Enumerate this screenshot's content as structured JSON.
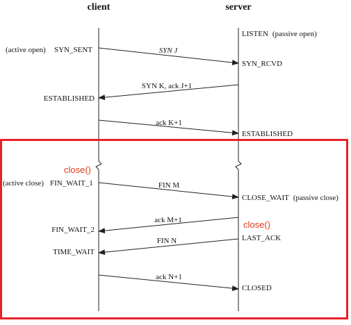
{
  "headers": {
    "client": "client",
    "server": "server"
  },
  "server_states": {
    "listen": "LISTEN",
    "passive_open": "(passive open)",
    "syn_rcvd": "SYN_RCVD",
    "established": "ESTABLISHED",
    "close_wait": "CLOSE_WAIT",
    "passive_close": "(passive close)",
    "last_ack": "LAST_ACK",
    "closed": "CLOSED",
    "close_call": "close()"
  },
  "client_states": {
    "active_open": "(active open)",
    "syn_sent": "SYN_SENT",
    "established": "ESTABLISHED",
    "active_close": "(active close)",
    "fin_wait_1": "FIN_WAIT_1",
    "fin_wait_2": "FIN_WAIT_2",
    "time_wait": "TIME_WAIT",
    "close_call": "close()"
  },
  "messages": {
    "syn_j": "SYN J",
    "syn_k_ack_j1": "SYN K, ack J+1",
    "ack_k1": "ack K+1",
    "fin_m": "FIN M",
    "ack_m1": "ack M+1",
    "fin_n": "FIN N",
    "ack_n1": "ack N+1"
  },
  "colors": {
    "highlight_box": "#e8202a",
    "close_call": "#e03a1e"
  }
}
